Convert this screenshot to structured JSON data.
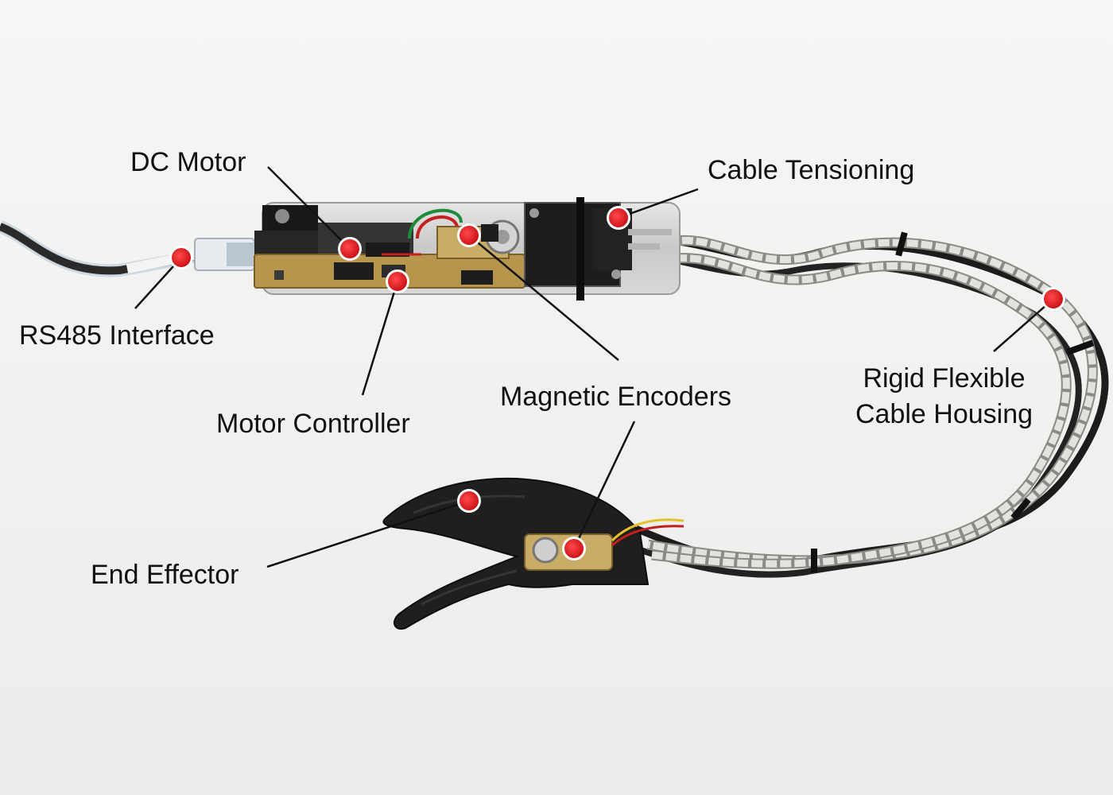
{
  "callouts": {
    "dc_motor": "DC Motor",
    "cable_tensioning": "Cable Tensioning",
    "rs485": "RS485 Interface",
    "motor_controller": "Motor Controller",
    "magnetic_encoders": "Magnetic Encoders",
    "rigid_flexible": [
      "Rigid Flexible",
      "Cable Housing"
    ],
    "end_effector": "End Effector"
  },
  "colors": {
    "marker": "#e8151b",
    "leader": "#111111",
    "pcb": "#b7954c",
    "housing": "#1d1d1d"
  }
}
